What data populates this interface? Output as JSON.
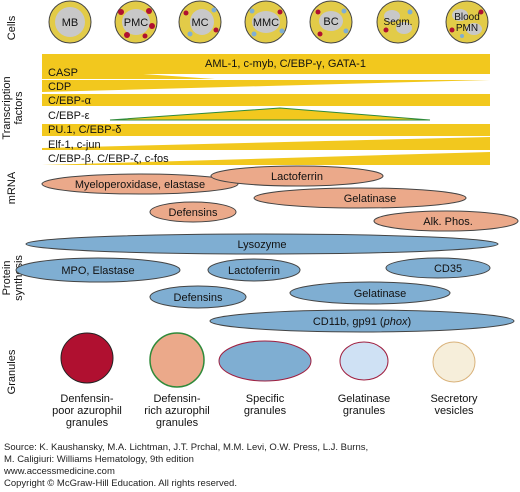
{
  "section_labels": {
    "cells": "Cells",
    "transcription_line1": "Transcription",
    "transcription_line2": "factors",
    "mrna": "mRNA",
    "protein_line1": "Protein",
    "protein_line2": "synthesis",
    "granules": "Granules"
  },
  "cells": [
    {
      "label": "MB"
    },
    {
      "label": "PMC"
    },
    {
      "label": "MC"
    },
    {
      "label": "MMC"
    },
    {
      "label": "BC"
    },
    {
      "label": "Segm."
    },
    {
      "label_line1": "Blood",
      "label_line2": "PMN"
    }
  ],
  "transcription_factors": [
    {
      "label": "AML-1, c-myb, C/EBP-γ, GATA-1"
    },
    {
      "label": "CASP"
    },
    {
      "label": "CDP"
    },
    {
      "label": "C/EBP-α"
    },
    {
      "label": "C/EBP-ε"
    },
    {
      "label": "PU.1, C/EBP-δ"
    },
    {
      "label": "Elf-1, c-jun"
    },
    {
      "label": "C/EBP-β, C/EBP-ζ, c-fos"
    }
  ],
  "mrna": [
    {
      "label": "Myeloperoxidase, elastase"
    },
    {
      "label": "Lactoferrin"
    },
    {
      "label": "Gelatinase"
    },
    {
      "label": "Defensins"
    },
    {
      "label": "Alk. Phos."
    }
  ],
  "proteins": [
    {
      "label": "Lysozyme"
    },
    {
      "label": "MPO, Elastase"
    },
    {
      "label": "Lactoferrin"
    },
    {
      "label": "CD35"
    },
    {
      "label": "Defensins"
    },
    {
      "label": "Gelatinase"
    },
    {
      "label_pre": "CD11b, gp91 (",
      "label_em": "phox",
      "label_post": ")"
    }
  ],
  "granules": [
    {
      "line1": "Denfensin-",
      "line2": "poor azurophil",
      "line3": "granules"
    },
    {
      "line1": "Defensin-",
      "line2": "rich azurophil",
      "line3": "granules"
    },
    {
      "line1": "Specific",
      "line2": "granules"
    },
    {
      "line1": "Gelatinase",
      "line2": "granules"
    },
    {
      "line1": "Secretory",
      "line2": "vesicles"
    }
  ],
  "credit": {
    "line1": "Source: K. Kaushansky, M.A. Lichtman, J.T. Prchal, M.M. Levi, O.W. Press, L.J. Burns,",
    "line2": "M. Caligiuri: Williams Hematology, 9th edition",
    "line3": "www.accessmedicine.com",
    "line4": "Copyright © McGraw-Hill Education.  All rights reserved."
  },
  "colors": {
    "tf_band": "#F2C81E",
    "mrna_fill": "#EBA98A",
    "protein_fill": "#7FAED2",
    "cell_fill": "#E2CB48",
    "nucleus": "#C8C8C8",
    "granule_dark_red": "#B01030",
    "granule_salmon": "#EBA98A",
    "granule_blue": "#7FAED2",
    "granule_light_blue": "#CFE1F4",
    "granule_cream": "#F6EEDA"
  }
}
